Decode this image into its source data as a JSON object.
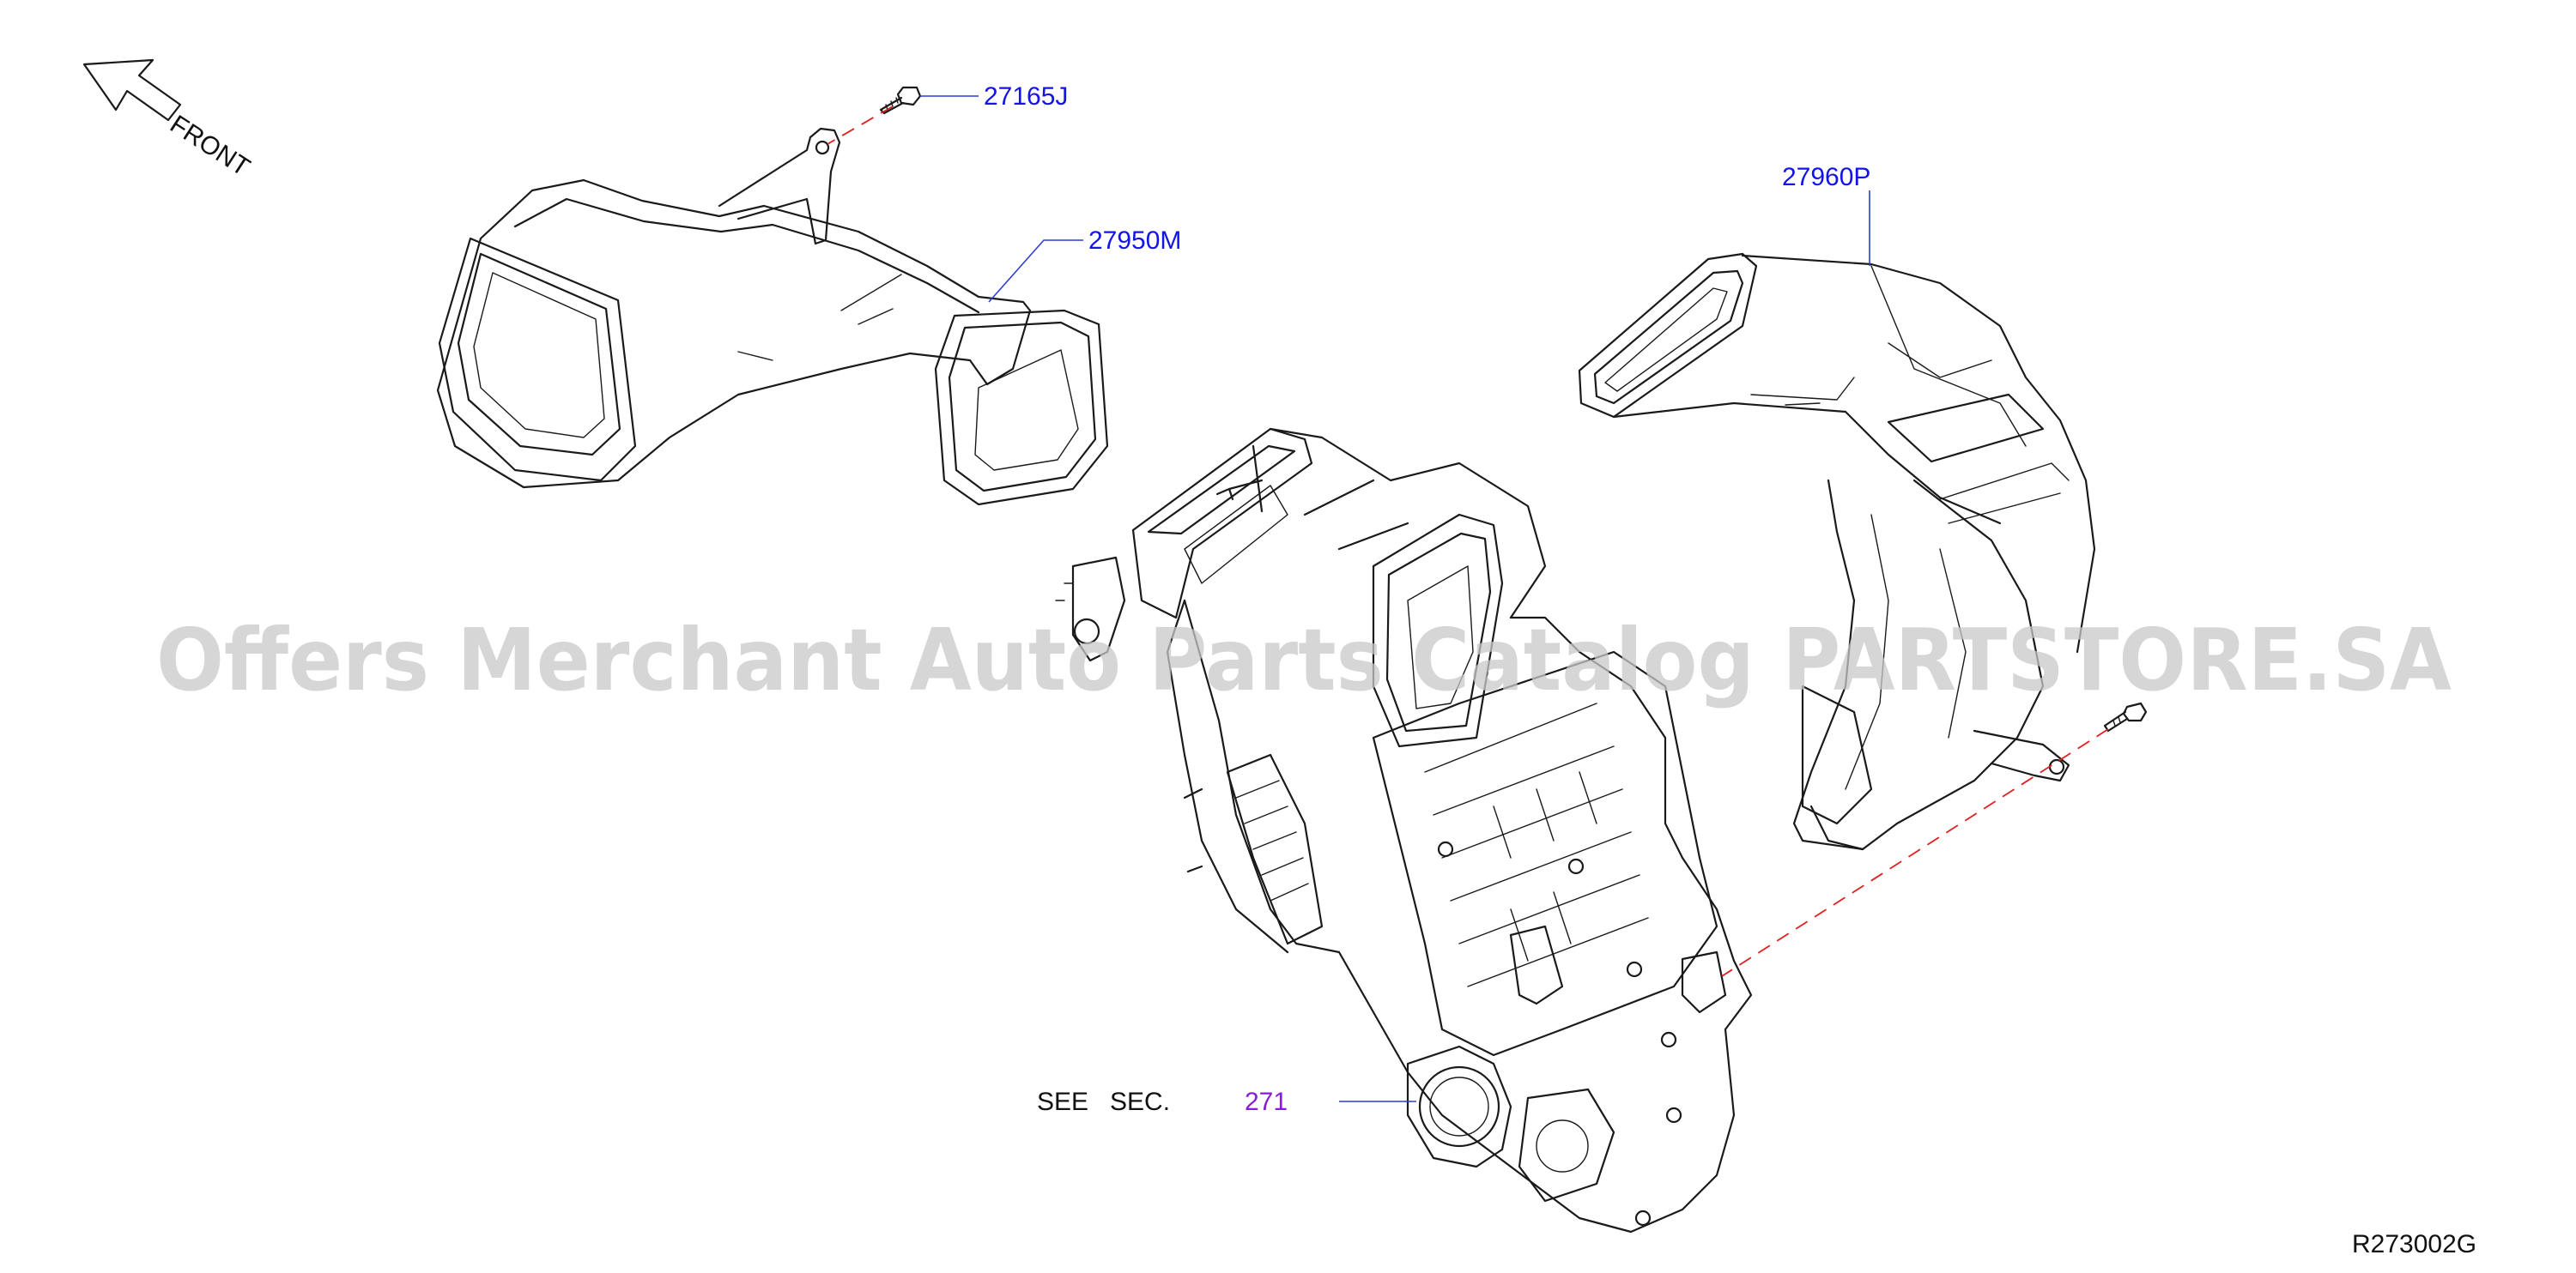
{
  "orientation": {
    "label": "FRONT"
  },
  "parts": [
    {
      "id": "bolt",
      "number": "27165J"
    },
    {
      "id": "duct_left",
      "number": "27950M"
    },
    {
      "id": "duct_right",
      "number": "27960P"
    }
  ],
  "reference": {
    "prefix": "SEE   SEC.",
    "section": "271"
  },
  "diagram_code": "R273002G",
  "watermark": "Offers Merchant Auto Parts Catalog PARTSTORE.SA",
  "colors": {
    "part_label": "#1414e6",
    "section_label": "#8a1adb",
    "leader_line": "#2a3fd1",
    "dashed_line": "#e02020",
    "drawing": "#1a1a1a",
    "watermark": "#c8c8c8"
  }
}
